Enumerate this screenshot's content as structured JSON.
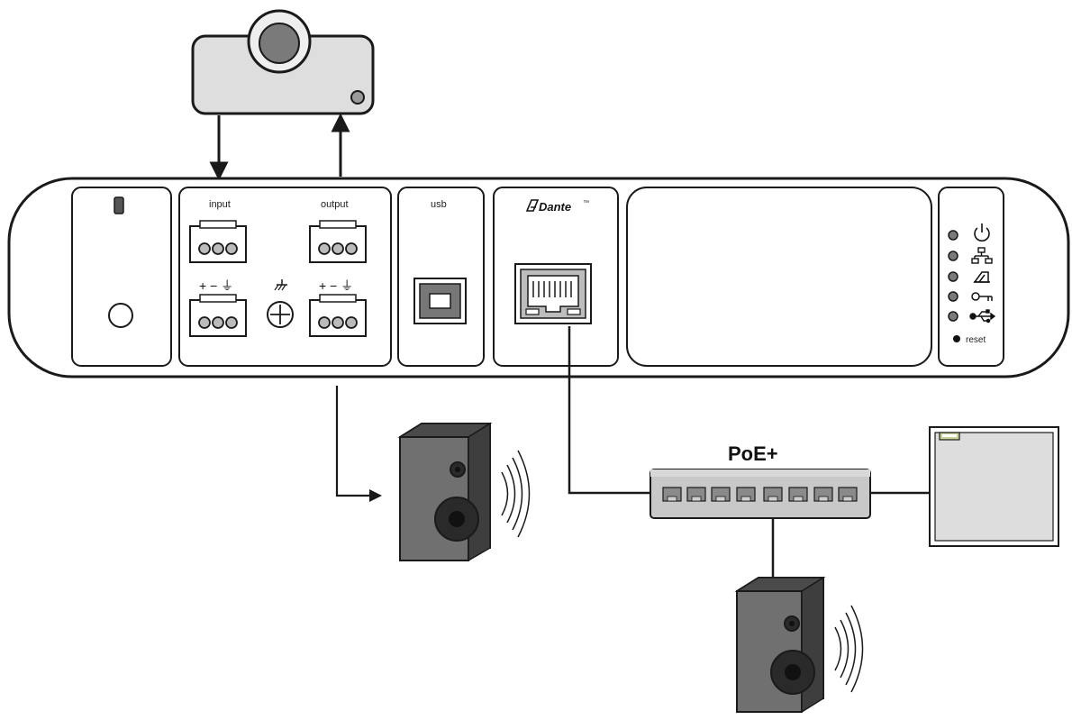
{
  "panel": {
    "input_label": "input",
    "output_label": "output",
    "usb_label": "usb",
    "dante_label": "Dante",
    "dante_tm": "™",
    "pin_symbols": "+ − ⏚",
    "reset_label": "reset"
  },
  "network": {
    "poe_label": "PoE+"
  },
  "icons": {
    "power": "power-icon",
    "network": "network-icon",
    "dante": "dante-logo-icon",
    "key": "key-icon",
    "usb": "usb-icon"
  },
  "colors": {
    "outline": "#1a1a1a",
    "device_fill": "#dedede",
    "speaker_body": "#6e6e6e",
    "speaker_side": "#3a3a3a",
    "switch_fill": "#c8c8c8",
    "led": "#7a7a7a",
    "access_point_fill": "#dddddd"
  }
}
